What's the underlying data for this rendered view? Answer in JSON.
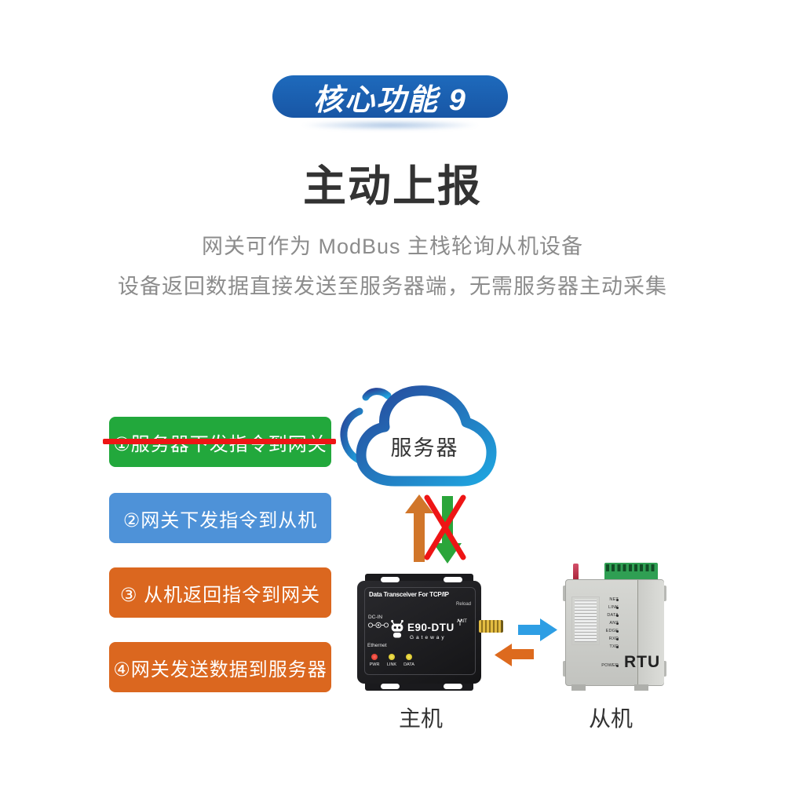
{
  "banner": {
    "label": "核心功能 9",
    "bg_color": "#1a61b5"
  },
  "title": "主动上报",
  "description": [
    "网关可作为 ModBus 主栈轮询从机设备",
    "设备返回数据直接发送至服务器端，无需服务器主动采集"
  ],
  "cloud": {
    "label": "服务器",
    "gradient_start": "#27479a",
    "gradient_end": "#1fa6e0"
  },
  "steps": [
    {
      "label": "①服务器下发指令到网关",
      "color": "#22a83c",
      "crossed_out": true
    },
    {
      "label": "②网关下发指令到从机",
      "color": "#4e92d8",
      "crossed_out": false
    },
    {
      "label": "③ 从机返回指令到网关",
      "color": "#db671f",
      "crossed_out": false
    },
    {
      "label": "④网关发送数据到服务器",
      "color": "#db671f",
      "crossed_out": false
    }
  ],
  "arrows": {
    "upload_color": "#d1762a",
    "download_color": "#2aa53a",
    "cross_out_color": "#ee1515",
    "master_to_slave_color": "#2e9ee4",
    "slave_to_master_color": "#dd6a1e"
  },
  "gateway": {
    "panel_title": "Data Transceiver For TCP/IP",
    "reload_label": "Reload",
    "dc_in_label": "DC-IN",
    "ant_label": "ANT",
    "model": "E90-DTU",
    "model_sub": "Gateway",
    "ethernet_label": "Ethernet",
    "led_labels": [
      "PWR",
      "LINK",
      "DATA"
    ],
    "caption": "主机"
  },
  "rtu": {
    "led_labels": [
      "NET",
      "LINK",
      "DATA",
      "ANT",
      "EDGE",
      "RXD",
      "TXD"
    ],
    "power_label": "POWER",
    "model": "RTU",
    "caption": "从机"
  }
}
